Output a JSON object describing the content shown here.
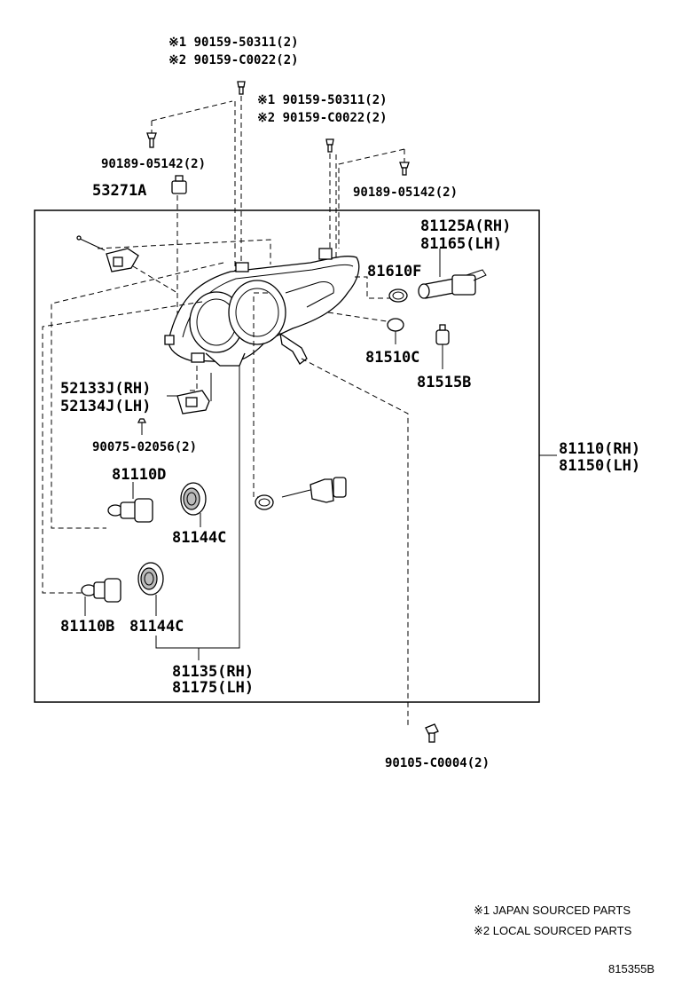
{
  "labels": {
    "top1_line1": "※1 90159-50311(2)",
    "top1_line2": "※2 90159-C0022(2)",
    "top2_line1": "※1 90159-50311(2)",
    "top2_line2": "※2 90159-C0022(2)",
    "clip_left": "90189-05142(2)",
    "clip_right": "90189-05142(2)",
    "p53271a": "53271A",
    "p81125a": "81125A(RH)",
    "p81165": "81165(LH)",
    "p81610f": "81610F",
    "p81510c": "81510C",
    "p81515b": "81515B",
    "p52133j": "52133J(RH)",
    "p52134j": "52134J(LH)",
    "p90075": "90075-02056(2)",
    "p81110d": "81110D",
    "p81144c_a": "81144C",
    "p81110b": "81110B",
    "p81144c_b": "81144C",
    "p81135": "81135(RH)",
    "p81175": "81175(LH)",
    "p81110": "81110(RH)",
    "p81150": "81150(LH)",
    "p90105": "90105-C0004(2)"
  },
  "notes": {
    "note1": "※1 JAPAN SOURCED PARTS",
    "note2": "※2 LOCAL SOURCED PARTS",
    "ref": "815355B"
  }
}
